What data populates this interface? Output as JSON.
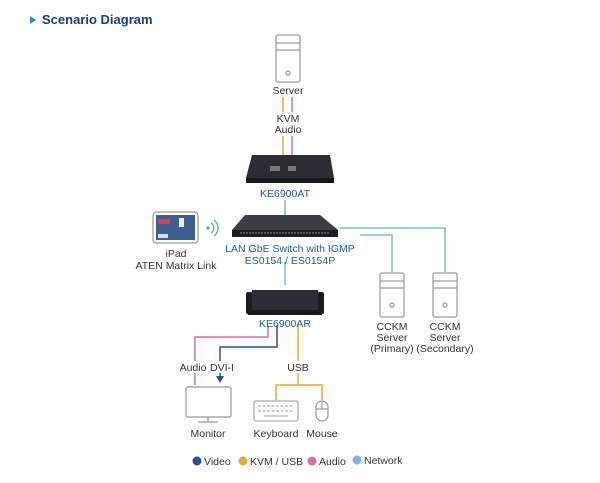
{
  "title": "Scenario Diagram",
  "nodes": {
    "server": "Server",
    "server_link_line1": "KVM",
    "server_link_line2": "Audio",
    "transmitter": "KE6900AT",
    "switch_line1": "LAN GbE Switch with IGMP",
    "switch_line2": "ES0154 / ES0154P",
    "ipad_line1": "iPad",
    "ipad_line2": "ATEN Matrix Link",
    "receiver": "KE6900AR",
    "cckm_primary": [
      "CCKM",
      "Server",
      "(Primary)"
    ],
    "cckm_secondary": [
      "CCKM",
      "Server",
      "(Secondary)"
    ],
    "audio_label": "Audio",
    "dvi_label": "DVI-I",
    "usb_label": "USB",
    "monitor": "Monitor",
    "keyboard": "Keyboard",
    "mouse": "Mouse"
  },
  "legend": [
    {
      "label": "Video",
      "color": "#2d4f96"
    },
    {
      "label": "KVM / USB",
      "color": "#e6a83a"
    },
    {
      "label": "Audio",
      "color": "#d4739f"
    },
    {
      "label": "Network",
      "color": "#7db6e0"
    }
  ],
  "colors": {
    "video": "#2d4f96",
    "kvm": "#e6a83a",
    "audio": "#d4739f",
    "network": "#7db6e0",
    "title": "#1a3f73",
    "device_label": "#1e5b9a"
  }
}
